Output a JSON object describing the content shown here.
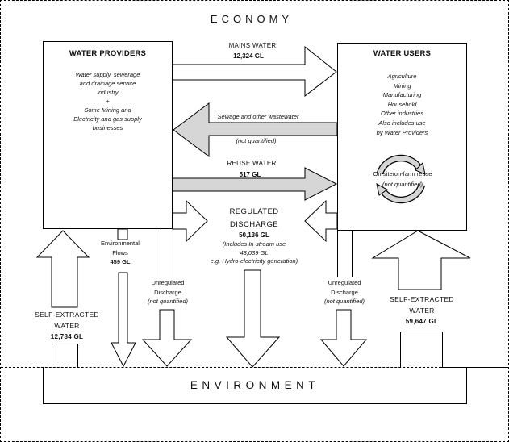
{
  "titles": {
    "economy": "ECONOMY",
    "environment": "ENVIRONMENT"
  },
  "providers": {
    "title": "WATER PROVIDERS",
    "lines": [
      "Water supply, sewerage",
      "and drainage service",
      "industry",
      "+",
      "Some Mining and",
      "Electricity and gas supply",
      "businesses"
    ]
  },
  "users": {
    "title": "WATER USERS",
    "lines": [
      "Agriculture",
      "Mining",
      "Manufacturing",
      "Household",
      "Other industries",
      "Also includes use",
      "by Water Providers"
    ]
  },
  "flows": {
    "mains": {
      "label": "MAINS WATER",
      "value": "12,324 GL"
    },
    "sewage": {
      "label": "Sewage and other wastewater",
      "note": "(not quantified)"
    },
    "reuse": {
      "label": "REUSE WATER",
      "value": "517 GL"
    },
    "regulated": {
      "line1": "REGULATED",
      "line2": "DISCHARGE",
      "value": "50,136 GL",
      "note1": "(Includes In-stream use",
      "note2": "48,039 GL",
      "note3": "e.g. Hydro-electricity generation)"
    },
    "env_flows": {
      "line1": "Environmental",
      "line2": "Flows",
      "value": "459 GL"
    },
    "unreg_left": {
      "line1": "Unregulated",
      "line2": "Discharge",
      "note": "(not quantified)"
    },
    "unreg_right": {
      "line1": "Unregulated",
      "line2": "Discharge",
      "note": "(not quantified)"
    },
    "self_left": {
      "line1": "SELF-EXTRACTED",
      "line2": "WATER",
      "value": "12,784 GL"
    },
    "self_right": {
      "line1": "SELF-EXTRACTED",
      "line2": "WATER",
      "value": "59,647 GL"
    },
    "onsite": {
      "label": "On-site/on-farm reuse",
      "note": "(not quantified)"
    }
  },
  "colors": {
    "arrow_gray": "#d6d6d6",
    "line": "#000000",
    "background": "#ffffff"
  }
}
